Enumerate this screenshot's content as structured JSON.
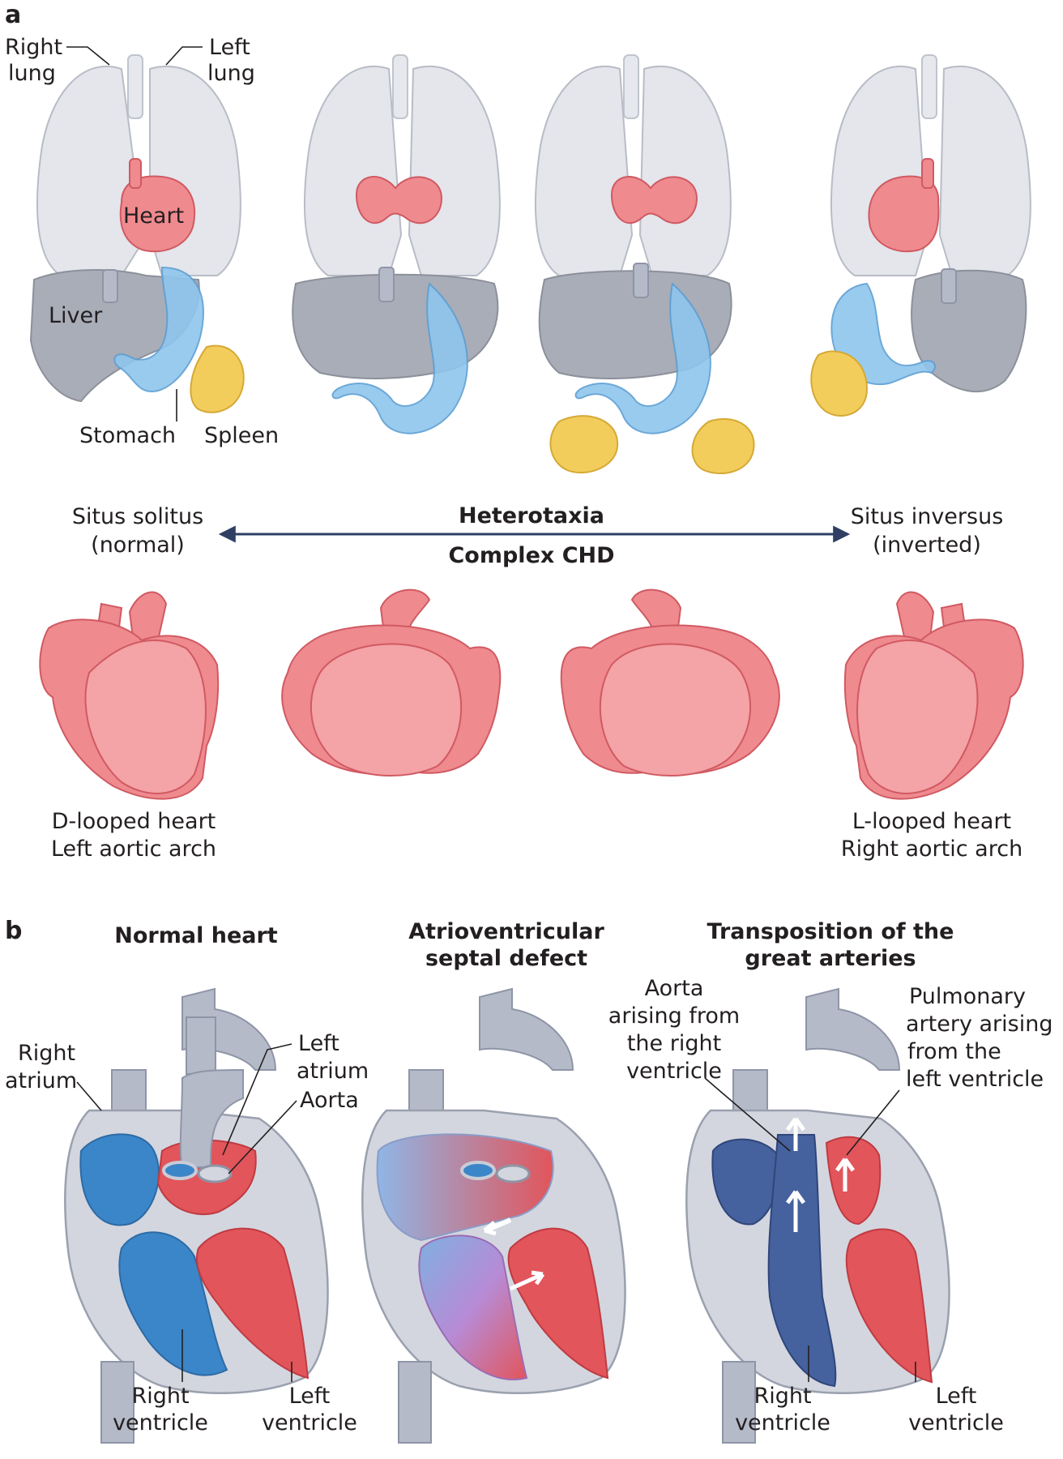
{
  "panel_a": {
    "letter": "a",
    "labels": {
      "right_lung": [
        "Right",
        "lung"
      ],
      "left_lung": [
        "Left",
        "lung"
      ],
      "heart": "Heart",
      "liver": "Liver",
      "stomach": "Stomach",
      "spleen": "Spleen"
    },
    "spectrum": {
      "left": [
        "Situs solitus",
        "(normal)"
      ],
      "center_top": "Heterotaxia",
      "center_bottom": "Complex CHD",
      "right": [
        "Situs inversus",
        "(inverted)"
      ]
    },
    "heart_captions": {
      "left": [
        "D-looped heart",
        "Left aortic arch"
      ],
      "right": [
        "L-looped heart",
        "Right aortic arch"
      ]
    }
  },
  "panel_b": {
    "letter": "b",
    "titles": {
      "normal": [
        "Normal heart"
      ],
      "avsd": [
        "Atrioventricular",
        "septal defect"
      ],
      "tga": [
        "Transposition of the",
        "great arteries"
      ]
    },
    "normal_labels": {
      "right_atrium": [
        "Right",
        "atrium"
      ],
      "left_atrium": [
        "Left",
        "atrium"
      ],
      "aorta": "Aorta",
      "right_ventricle": [
        "Right",
        "ventricle"
      ],
      "left_ventricle": [
        "Left",
        "ventricle"
      ]
    },
    "tga_labels": {
      "aorta_rv": [
        "Aorta",
        "arising from",
        "the right",
        "ventricle"
      ],
      "pa_lv": [
        "Pulmonary",
        "artery arising",
        "from the",
        "left ventricle"
      ],
      "right_ventricle": [
        "Right",
        "ventricle"
      ],
      "left_ventricle": [
        "Left",
        "ventricle"
      ]
    }
  },
  "colors": {
    "lung": "#e4e6ec",
    "liver": "#a9adb7",
    "stomach": "#8fc6ee",
    "spleen": "#f2cd5c",
    "heart": "#ef8a8f",
    "arrow": "#2e3f63",
    "deoxygenated": "#3b86c8",
    "oxygenated": "#e2555b"
  }
}
